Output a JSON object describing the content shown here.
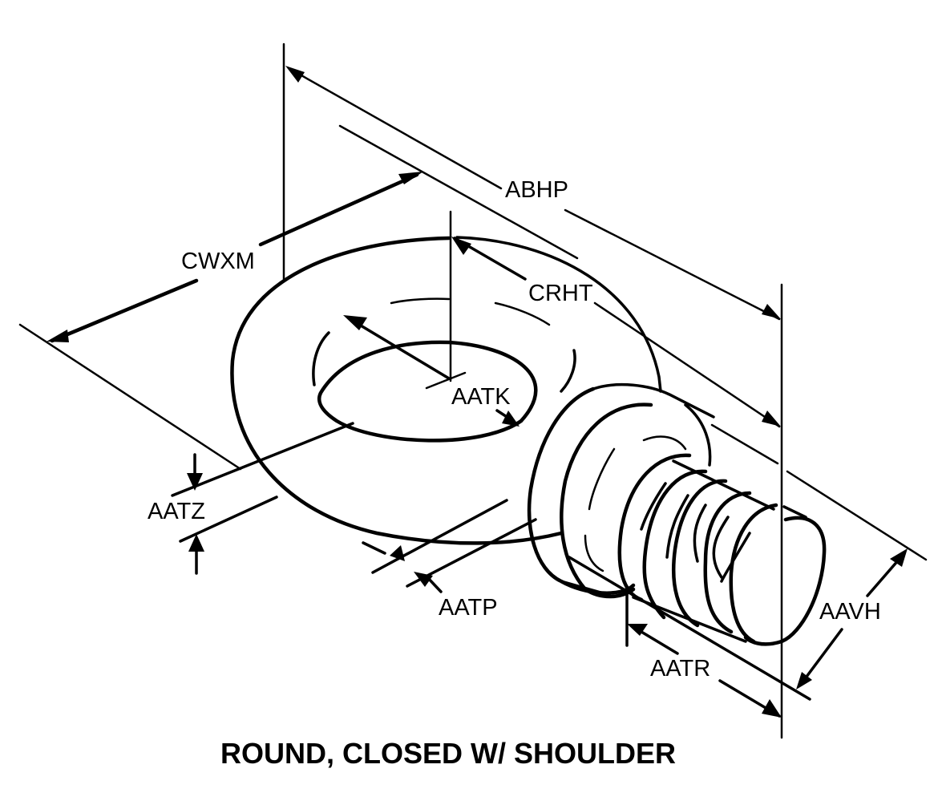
{
  "figure": {
    "subject": "Eye bolt",
    "caption": "ROUND, CLOSED W/ SHOULDER",
    "line_color": "#000000",
    "background_color": "#ffffff"
  },
  "dimension_labels": {
    "abhp": "ABHP",
    "cwxm": "CWXM",
    "crht": "CRHT",
    "aatk": "AATK",
    "aatz": "AATZ",
    "aatp": "AATP",
    "aatr": "AATR",
    "aavh": "AAVH"
  }
}
